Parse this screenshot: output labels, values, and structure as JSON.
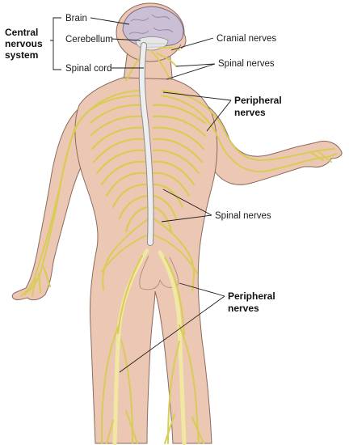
{
  "labels": {
    "central_nervous_system": [
      "Central",
      "nervous",
      "system"
    ],
    "brain": "Brain",
    "cerebellum": "Cerebellum",
    "spinal_cord": "Spinal cord",
    "cranial_nerves": "Cranial nerves",
    "spinal_nerves_upper": "Spinal nerves",
    "peripheral_nerves_upper": [
      "Peripheral",
      "nerves"
    ],
    "spinal_nerves_lower": "Spinal nerves",
    "peripheral_nerves_lower": [
      "Peripheral",
      "nerves"
    ]
  },
  "colors": {
    "skin": "#ecc8b4",
    "skin_outline": "#8a6a5e",
    "nerve": "#e8dc73",
    "brain": "#cbbfd6",
    "spinal_cord": "#eeeeee"
  }
}
